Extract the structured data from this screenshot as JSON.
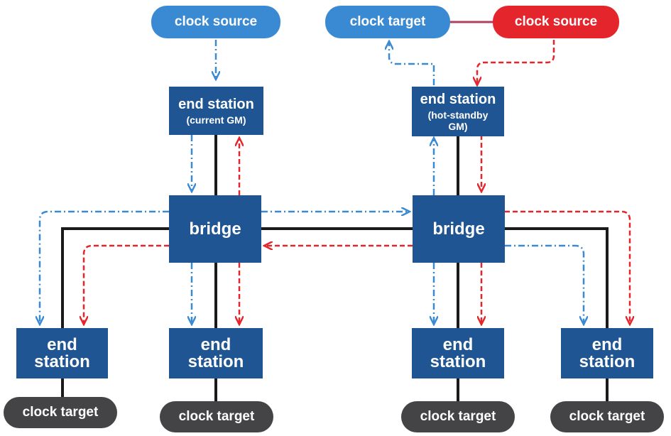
{
  "colors": {
    "node_fill": "#1f5592",
    "ptp_blue": "#3a8ad3",
    "ptp_red": "#e4252c",
    "target_gray": "#444446",
    "wire": "#1a1a1a"
  },
  "top": {
    "source_left": "clock source",
    "target_right": "clock target",
    "source_right": "clock source"
  },
  "gm_left": {
    "title": "end station",
    "subtitle": "(current GM)"
  },
  "gm_right": {
    "title": "end station",
    "subtitle": "(hot-standby GM)"
  },
  "bridges": {
    "left": "bridge",
    "right": "bridge"
  },
  "bottom": {
    "station_line1": "end",
    "station_line2": "station",
    "target_label": "clock target"
  }
}
